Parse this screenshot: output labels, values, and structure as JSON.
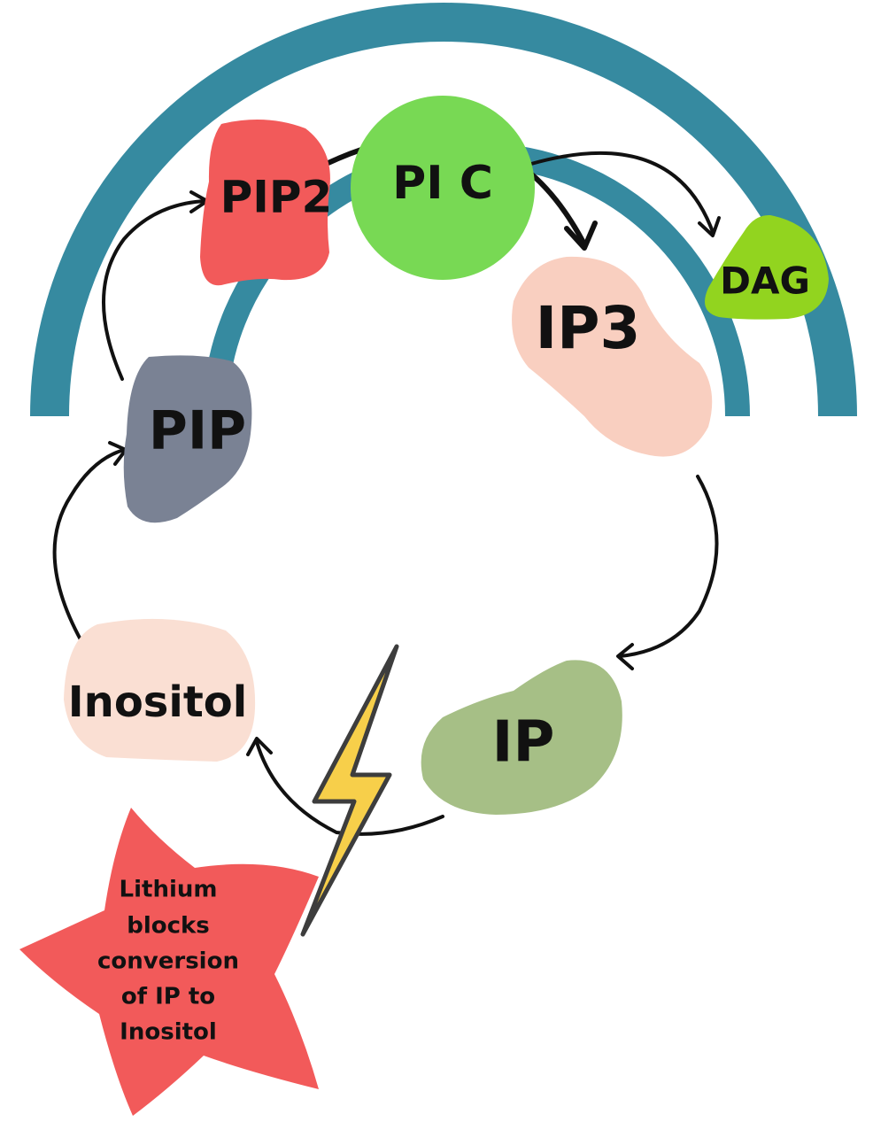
{
  "colors": {
    "membrane": "#368aa0",
    "pip2": "#f25a5a",
    "plc": "#78d954",
    "dag": "#92d41f",
    "ip3": "#f9cfc0",
    "pip": "#7a8294",
    "inositol": "#fadfd3",
    "ip": "#a6bf86",
    "star": "#f25a5a",
    "bolt": "#f7cf4a",
    "bolt_outline": "#3d3d3d",
    "arrow": "#111111"
  },
  "nodes": {
    "pip2": "PIP2",
    "plc": "PI C",
    "dag": "DAG",
    "ip3": "IP3",
    "pip": "PIP",
    "inositol": "Inositol",
    "ip": "IP"
  },
  "note": {
    "icon": "lightning-bolt-icon",
    "lines": [
      "Lithium",
      "blocks",
      "conversion",
      "of IP to",
      "Inositol"
    ]
  }
}
